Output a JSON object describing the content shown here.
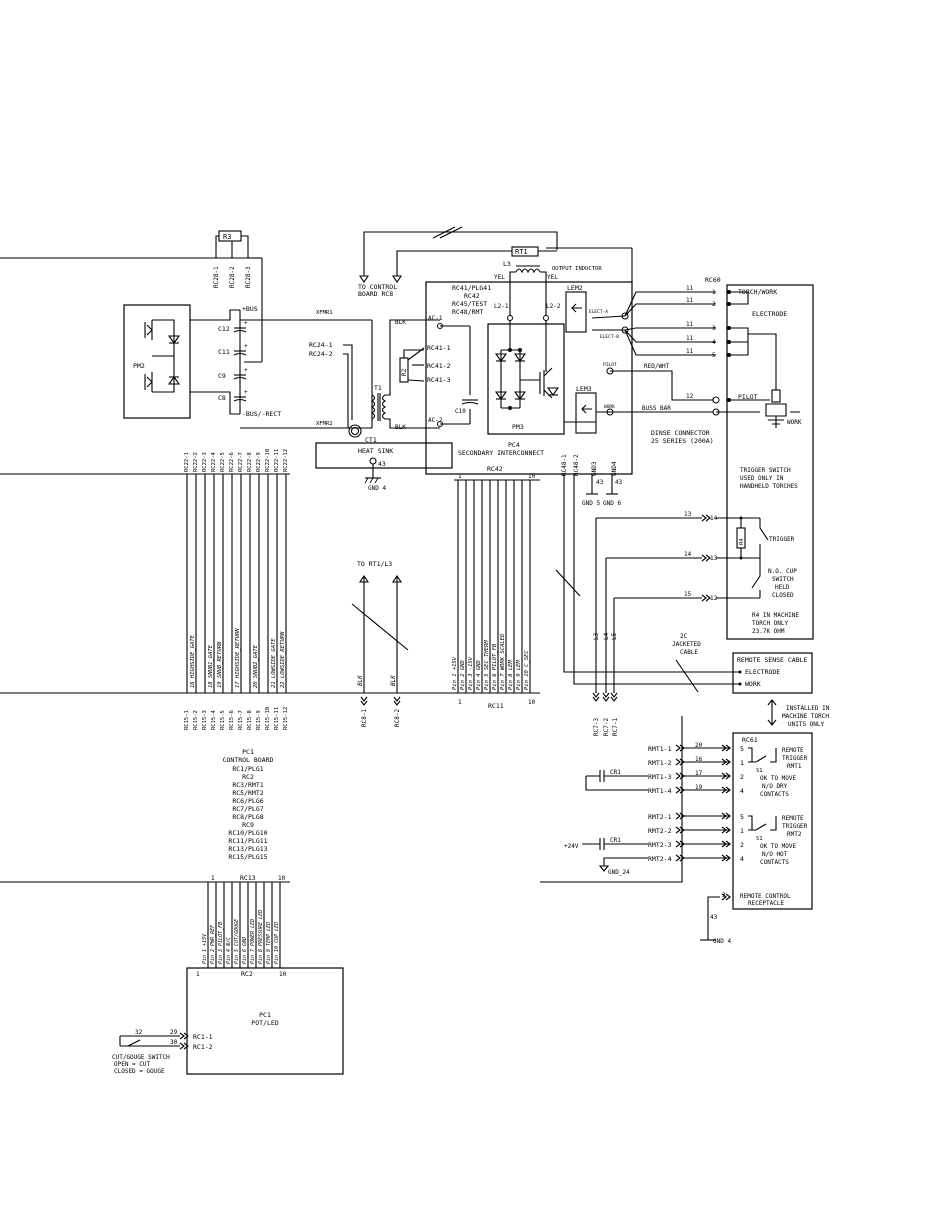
{
  "resistors": {
    "r3": "R3",
    "rt1": "RT1",
    "r2": "R2",
    "r4": "R4"
  },
  "rc28": [
    "RC28-1",
    "RC28-2",
    "RC28-3"
  ],
  "top": {
    "to_control_board": [
      "TO CONTROL",
      "BOARD RC8"
    ],
    "l3": "L3",
    "output_inductor": "OUTPUT INDUCTOR",
    "yel": "YEL",
    "l2_1": "L2-1",
    "l2_2": "L2-2"
  },
  "pm2": {
    "label": "PM2",
    "bus_pos": "+BUS",
    "bus_neg": "-BUS/-RECT",
    "caps": [
      "C12",
      "C11",
      "C9",
      "C8"
    ],
    "plus": "+"
  },
  "xfmr": {
    "xfmr1": "XFMR1",
    "xfmr2": "XFMR2",
    "t1": "T1",
    "ct1": "CT1",
    "rc24": [
      "RC24-1",
      "RC24-2"
    ],
    "blk": "BLK"
  },
  "pc4": {
    "header": [
      "RC41/PLG41",
      "RC42",
      "RC45/TEST",
      "RC48/RMT"
    ],
    "ac1": "AC-1",
    "ac2": "AC-2",
    "rc41": [
      "RC41-1",
      "RC41-2",
      "RC41-3"
    ],
    "c10": "C10",
    "pm3": "PM3",
    "lem2": "LEM2",
    "lem3": "LEM3",
    "name": [
      "PC4",
      "SECONDARY INTERCONNECT"
    ],
    "elect_a": "ELECT-A",
    "elect_b": "ELECT-B",
    "pilot": "PILOT",
    "work": "WORK",
    "red_wht": "RED/WHT",
    "buss_bar": "BUSS BAR"
  },
  "heat_sink": {
    "label": "HEAT SINK",
    "pin": "43",
    "gnd": "GND 4"
  },
  "rc42": {
    "label": "RC42",
    "p1": "1",
    "p10": "10"
  },
  "rc48": [
    "RC48-1",
    "RC48-2"
  ],
  "gnds": {
    "gnd3": "GND3",
    "gnd4": "GND4",
    "n43a": "43",
    "n43b": "43",
    "gnd5": "GND 5",
    "gnd6": "GND 6"
  },
  "rc60": {
    "label": "RC60",
    "torch_work": "TORCH/WORK",
    "electrode": "ELECTRODE",
    "pilot": "PILOT",
    "work": "WORK",
    "dinse": [
      "DINSE CONNECTOR",
      "25 SERIES (200A)"
    ],
    "wire_nums": [
      "11",
      "11",
      "11",
      "11",
      "11",
      "12"
    ],
    "pins": [
      "1",
      "2",
      "3",
      "4",
      "5",
      "6"
    ]
  },
  "trigger": {
    "note": [
      "TRIGGER SWITCH",
      "USED ONLY IN",
      "HANDHELD TORCHES"
    ],
    "trigger": "TRIGGER",
    "cup": [
      "N.O. CUP",
      "SWITCH",
      "HELD",
      "CLOSED"
    ],
    "r4_note": [
      "R4 IN MACHINE",
      "TORCH ONLY",
      "23.7K OHM"
    ],
    "pins": [
      "14",
      "13",
      "12"
    ],
    "wires": [
      "13",
      "14",
      "15"
    ]
  },
  "cable": {
    "jacketed": [
      "2C",
      "JACKETED",
      "CABLE"
    ],
    "remote_sense": "REMOTE SENSE CABLE",
    "electrode": "ELECTRODE",
    "work": "WORK"
  },
  "rc7": [
    "RC7-3",
    "RC7-2",
    "RC7-1"
  ],
  "rc7_wires": [
    "L3",
    "L4",
    "L5"
  ],
  "installed": [
    "INSTALLED IN",
    "MACHINE TORCH",
    "UNITS ONLY"
  ],
  "rc61": {
    "label": "RC61",
    "rmt1_pins": [
      "RMT1-1",
      "RMT1-2",
      "RMT1-3",
      "RMT1-4"
    ],
    "rmt2_pins": [
      "RMT2-1",
      "RMT2-2",
      "RMT2-3",
      "RMT2-4"
    ],
    "wire_nums": [
      "20",
      "16",
      "17",
      "19"
    ],
    "rp1": [
      "5",
      "1",
      "2",
      "4"
    ],
    "rp2": [
      "5",
      "1",
      "2",
      "4"
    ],
    "remote_trigger1": [
      "REMOTE",
      "TRIGGER",
      "RMT1"
    ],
    "remote_trigger2": [
      "REMOTE",
      "TRIGGER",
      "RMT2"
    ],
    "ok_dry": [
      "OK TO MOVE",
      "N/O DRY",
      "CONTACTS"
    ],
    "ok_hot": [
      "OK TO MOVE",
      "N/O HOT",
      "CONTACTS"
    ],
    "s1": "S1",
    "cr1": "CR1",
    "plus24": "+24V",
    "gnd24": "GND_24",
    "receptacle": [
      "REMOTE CONTROL",
      "RECEPTACLE"
    ],
    "pin3": "3",
    "n43": "43",
    "gnd4": "GND 4"
  },
  "rc22": [
    "RC22-1",
    "RC22-2",
    "RC22-3",
    "RC22-4",
    "RC22-5",
    "RC22-6",
    "RC22-7",
    "RC22-8",
    "RC22-9",
    "RC22-10",
    "RC22-11",
    "RC22-12"
  ],
  "rc15": [
    "RC15-1",
    "RC15-2",
    "RC15-3",
    "RC15-4",
    "RC15-5",
    "RC15-6",
    "RC15-7",
    "RC15-8",
    "RC15-9",
    "RC15-10",
    "RC15-11",
    "RC15-12"
  ],
  "gate_labels": [
    "16 HIGHSIDE_GATE",
    "18 SNUB1_GATE",
    "19 SNUB_RETURN",
    "17 HIGHSIDE_RETURN",
    "20 SNUB2_GATE",
    "21 LOWSIDE_GATE",
    "22 LOWSIDE_RETURN"
  ],
  "rt1_l3": {
    "to": "TO RT1/L3",
    "blk1": "BLK",
    "blk2": "BLK",
    "rc8": [
      "RC8-1",
      "RC8-2"
    ]
  },
  "rc11": {
    "label": "RC11",
    "p1": "1",
    "p10": "10",
    "pins": [
      "Pin 1 +15V",
      "Pin 2 GND",
      "Pin 3 -15V",
      "Pin 4 GND",
      "Pin 5 SEC_THERM",
      "Pin 6 PILOT_FB",
      "Pin 7 WORK_SCALED",
      "Pin 8 LEM",
      "Pin 9 LEM",
      "Pin 10 C_SEC"
    ]
  },
  "pc1": [
    "PC1",
    "CONTROL BOARD",
    "RC1/PLG1",
    "RC2",
    "RC3/RMT1",
    "RC5/RMT2",
    "RC6/PLG6",
    "RC7/PLG7",
    "RC8/PLG8",
    "RC9",
    "RC10/PLG10",
    "RC11/PLG11",
    "RC13/PLG13",
    "RC15/PLG15"
  ],
  "rc13": {
    "label": "RC13",
    "p1": "1",
    "p10": "10",
    "pins": [
      "Pin 1 +15V",
      "Pin 2 PWR_REF",
      "Pin 3 PILOT_FB",
      "Pin 4 N/C",
      "Pin 5 CUT/GOUGE",
      "Pin 6 GND",
      "Pin 7 POWER LED",
      "Pin 8 PRESSURE LED",
      "Pin 9 TEMP LED",
      "Pin 10 CUP LED"
    ]
  },
  "rc2": {
    "label": "RC2",
    "p1": "1",
    "p10": "10",
    "board": [
      "PC1",
      "POT/LED"
    ]
  },
  "rc1": {
    "pins": [
      "RC1-1",
      "RC1-2"
    ],
    "wires": [
      "29",
      "30"
    ],
    "n32": "32",
    "switch": [
      "CUT/GOUGE SWITCH",
      "OPEN = CUT",
      "CLOSED = GOUGE"
    ]
  }
}
